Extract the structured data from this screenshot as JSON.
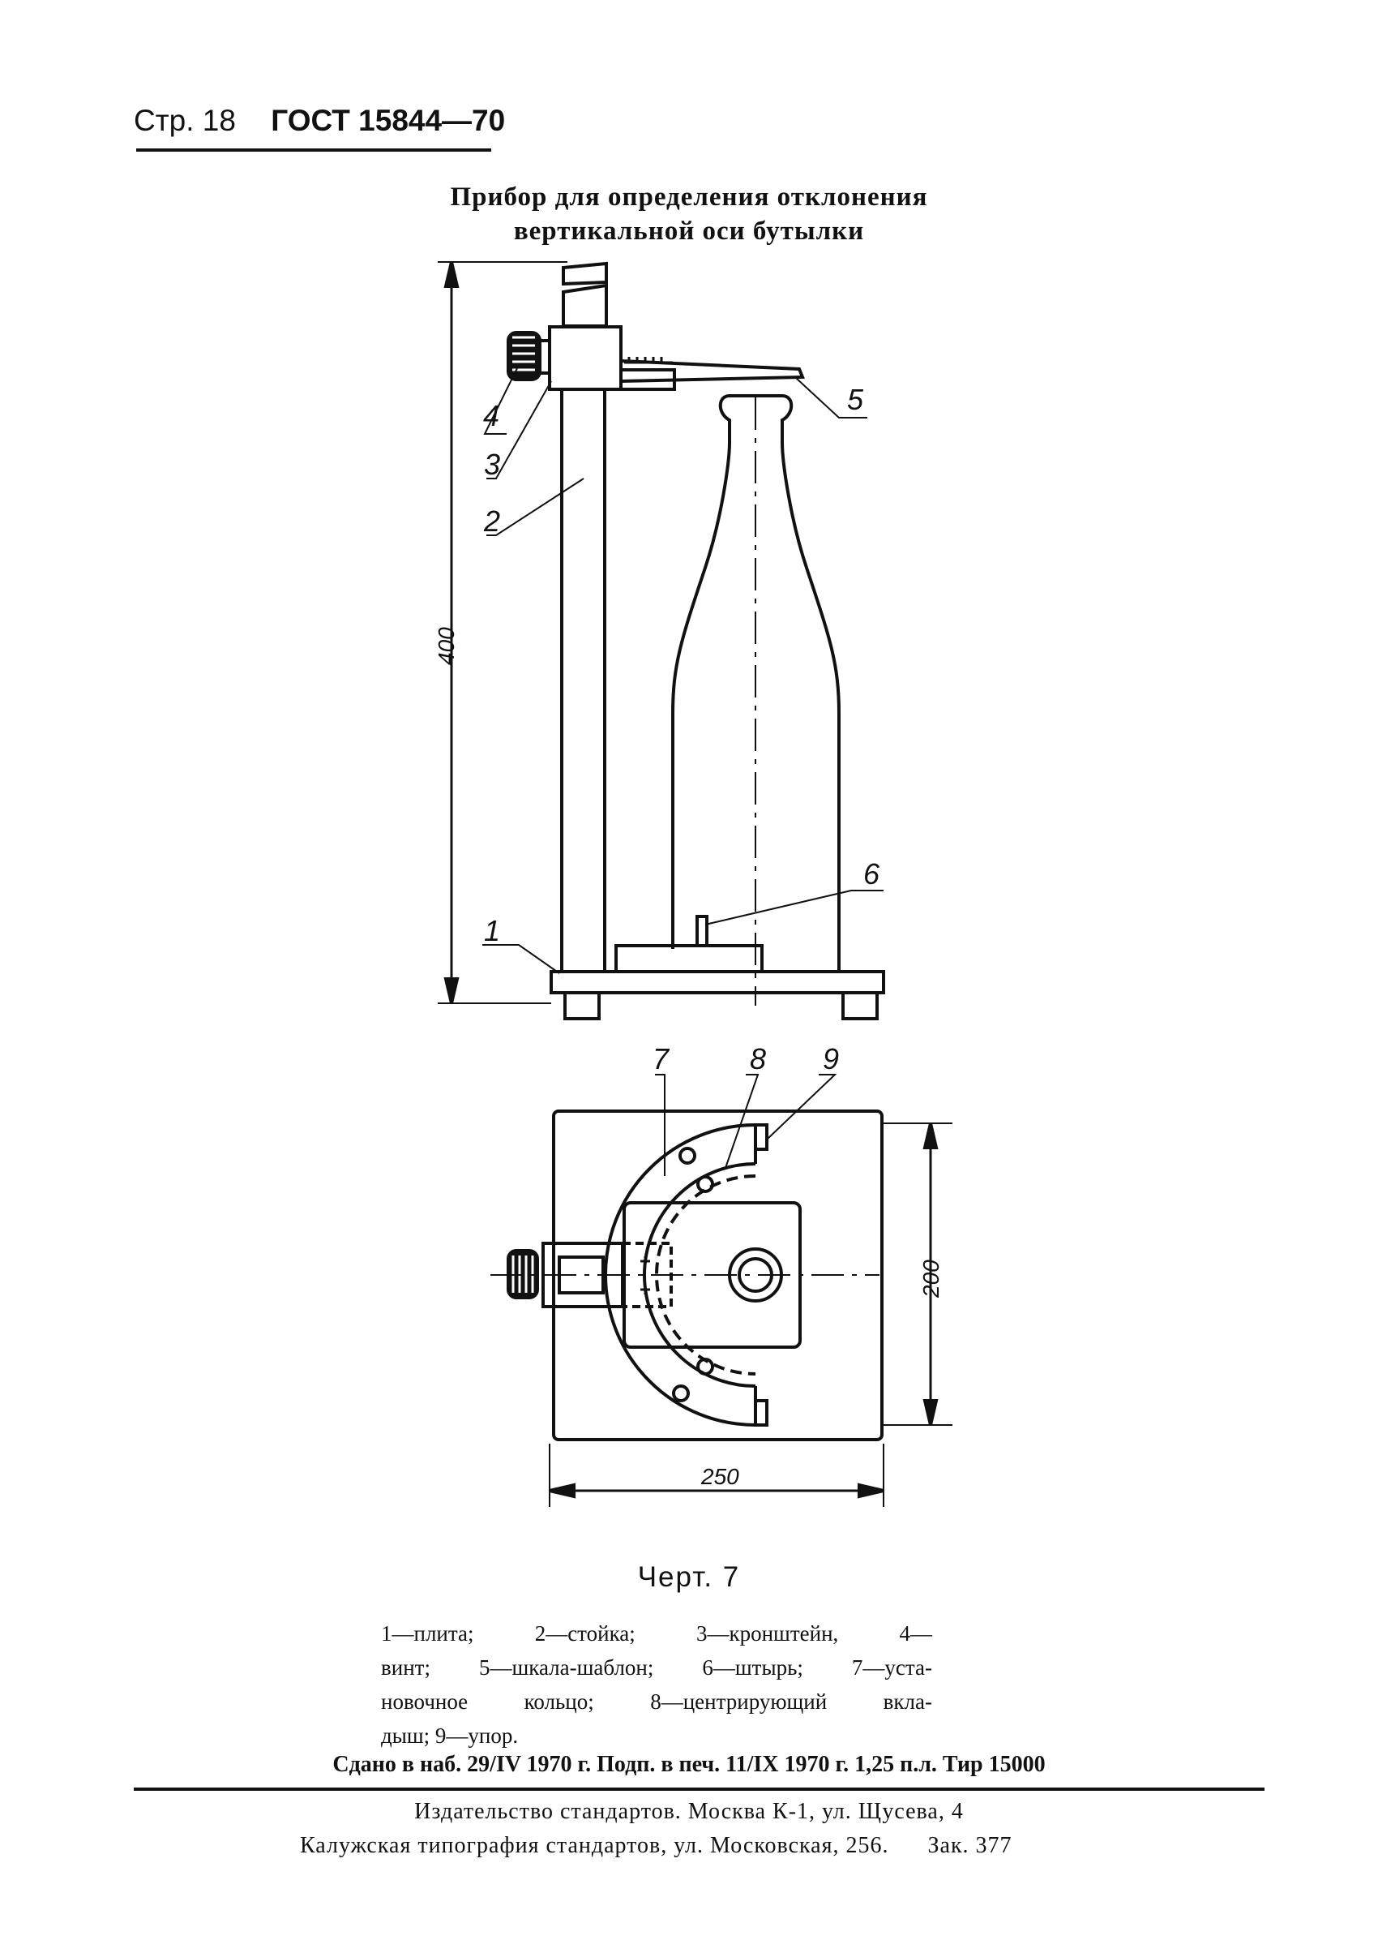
{
  "header": {
    "page_label": "Стр. 18",
    "standard": "ГОСТ 15844—70"
  },
  "title": {
    "line1": "Прибор для определения отклонения",
    "line2": "вертикальной оси бутылки"
  },
  "drawing": {
    "dim_height": "400",
    "dim_side": "200",
    "dim_width": "250",
    "callouts": [
      "1",
      "2",
      "3",
      "4",
      "5",
      "6",
      "7",
      "8",
      "9"
    ]
  },
  "caption": "Черт. 7",
  "legend": {
    "line1": "1—плита;  2—стойка;  3—кронштейн,  4—",
    "line2": "винт;  5—шкала-шаблон;  6—штырь;  7—уста-",
    "line3": "новочное кольцо;  8—центрирующий  вкла-",
    "line4": "дыш;  9—упор."
  },
  "imprint": "Сдано в наб. 29/IV 1970 г. Подп. в печ. 11/IX 1970 г. 1,25 п.л. Тир 15000",
  "publisher": {
    "line1": "Издательство стандартов. Москва  К-1, ул. Щусева, 4",
    "line2": "Калужская типография стандартов, ул. Московская, 256.",
    "order": "Зак. 377"
  }
}
